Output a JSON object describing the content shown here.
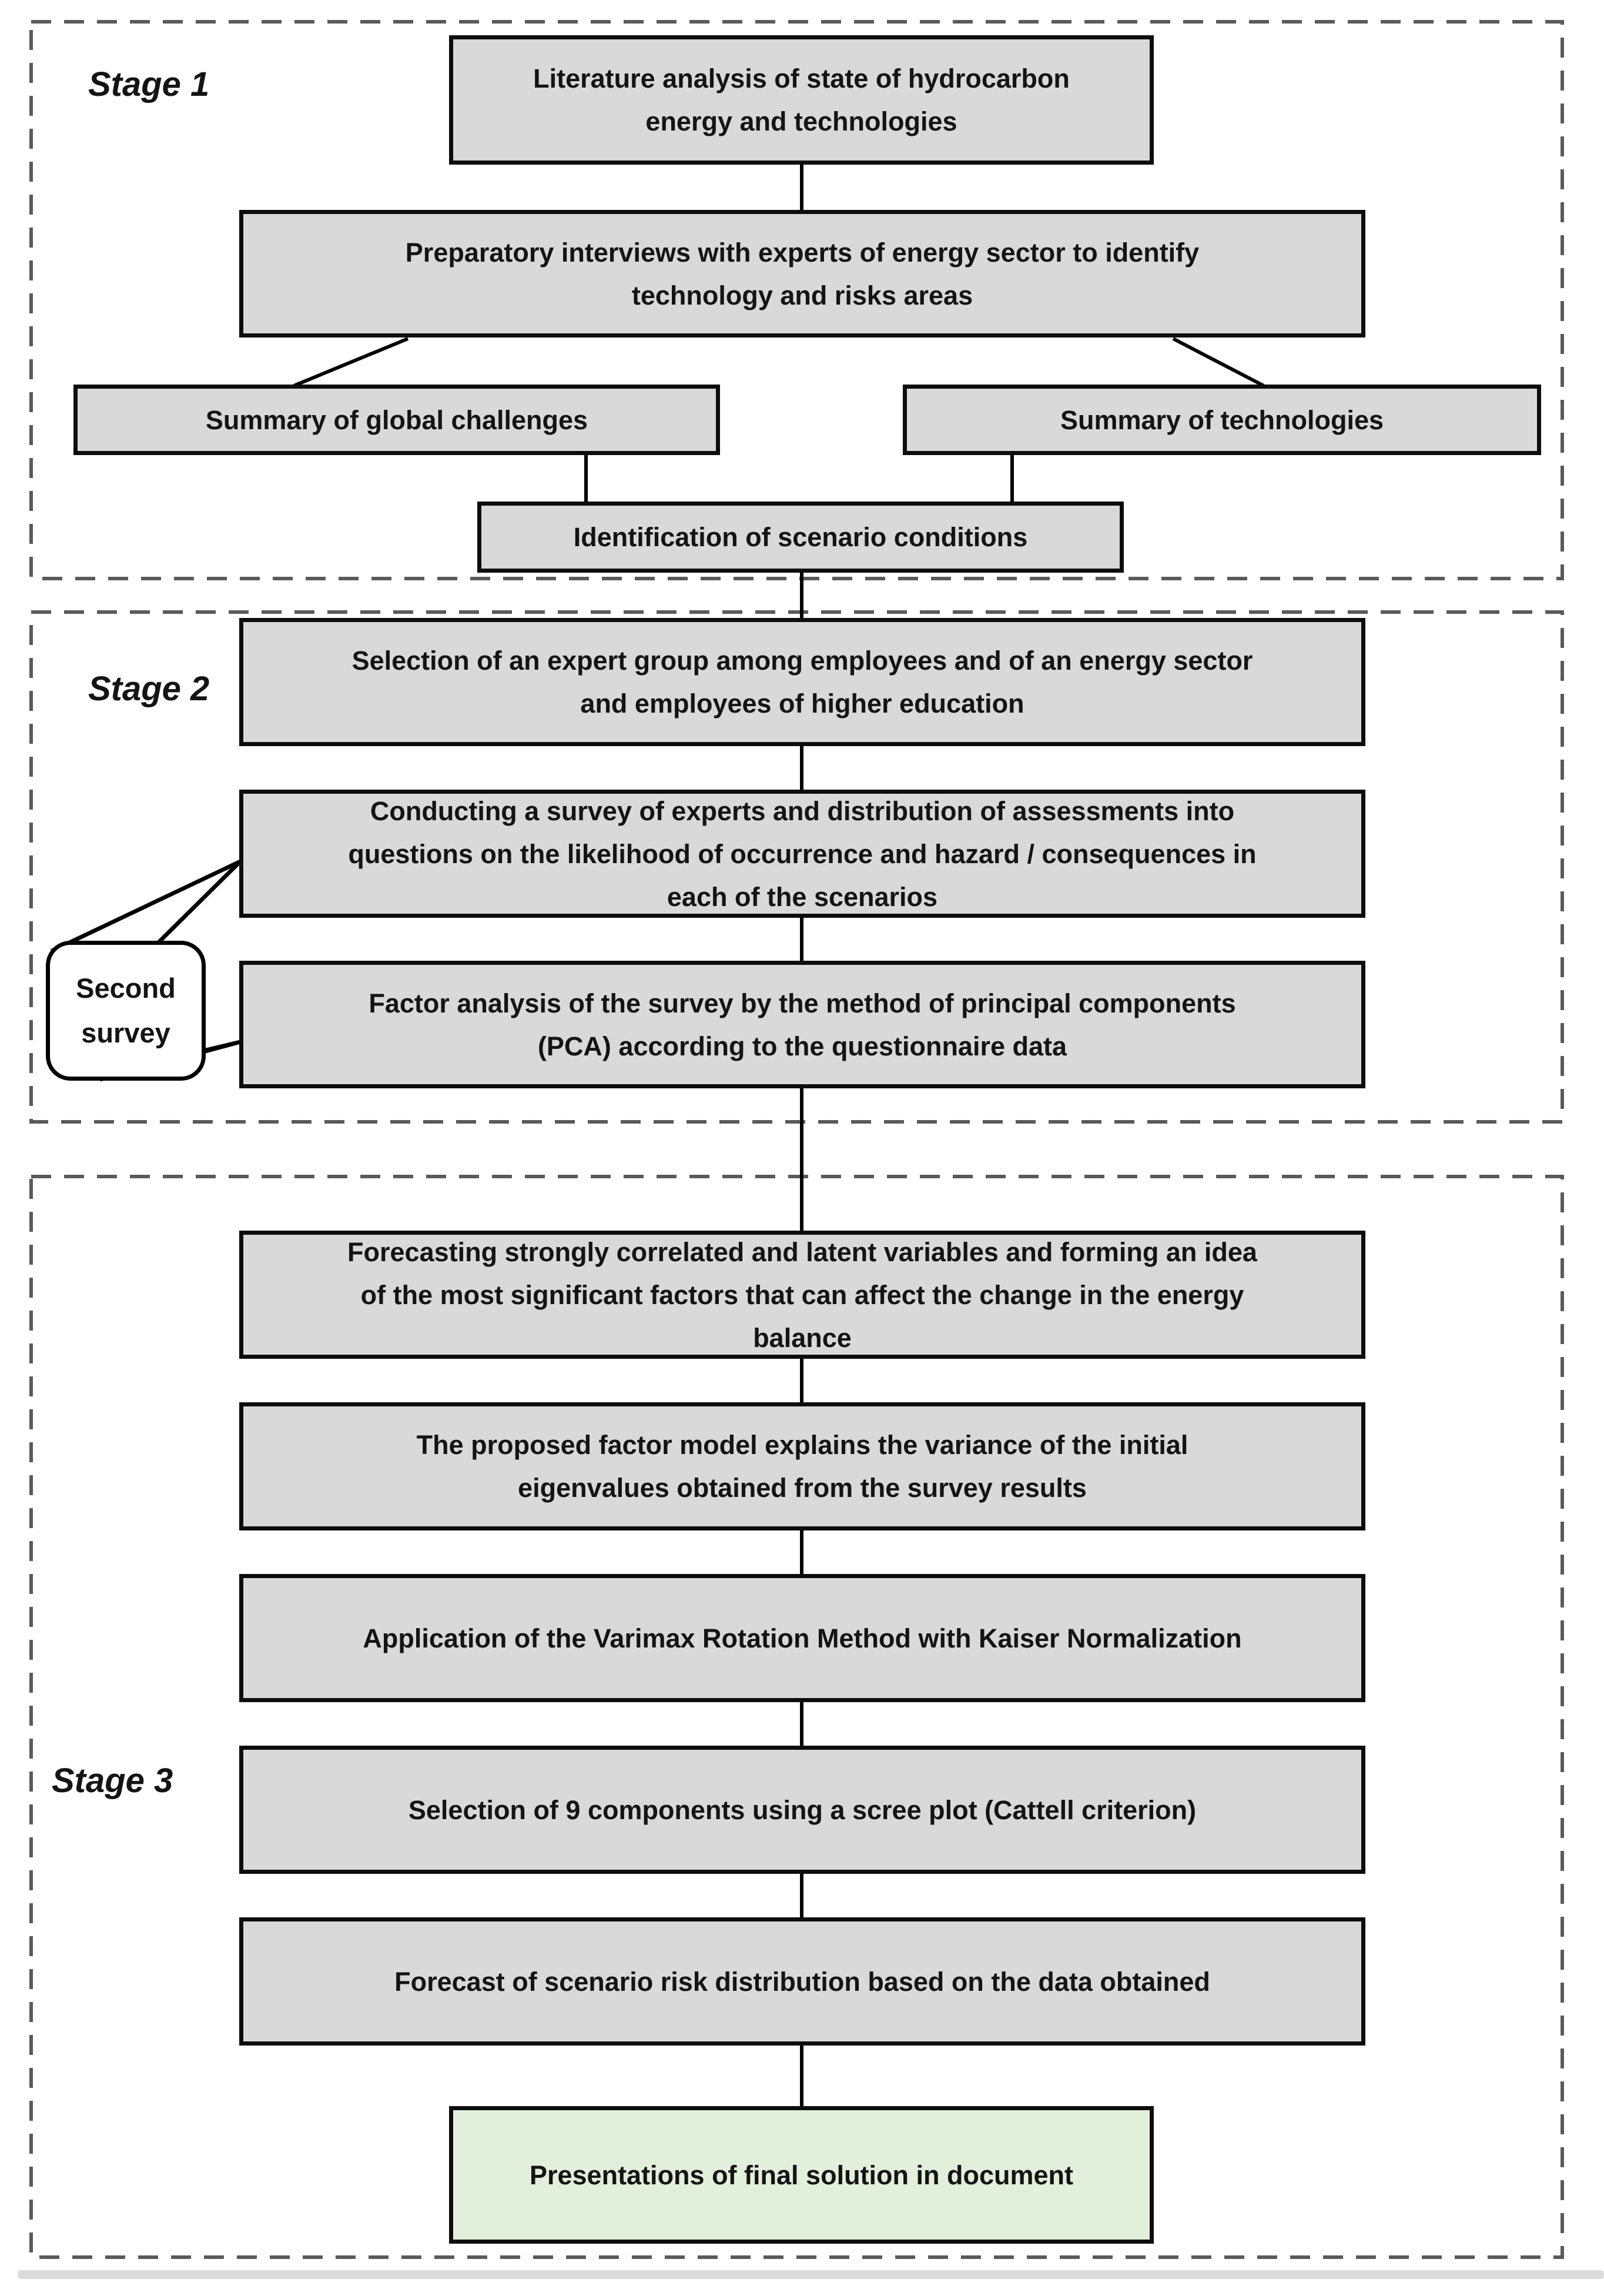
{
  "figure": {
    "stages": [
      {
        "label": "Stage 1"
      },
      {
        "label": "Stage 2"
      },
      {
        "label": "Stage 3"
      }
    ],
    "callout": {
      "lines": [
        "Second",
        "survey"
      ]
    },
    "boxes": {
      "literature": {
        "lines": [
          "Literature analysis of state of hydrocarbon",
          "energy and technologies"
        ]
      },
      "interviews": {
        "lines": [
          "Preparatory interviews  with experts of energy sector to identify",
          "technology and risks areas"
        ]
      },
      "global_challenges": {
        "lines": [
          "Summary of global challenges"
        ]
      },
      "technologies": {
        "lines": [
          "Summary of technologies"
        ]
      },
      "scenario_conditions": {
        "lines": [
          "Identification of scenario conditions"
        ]
      },
      "expert_group": {
        "lines": [
          "Selection of an expert group among employees and of an energy sector",
          "and employees of higher education"
        ]
      },
      "survey": {
        "lines": [
          "Conducting a survey of experts and distribution of assessments into",
          "questions on the likelihood of occurrence and hazard / consequences in",
          "each of the scenarios"
        ]
      },
      "factor_analysis": {
        "lines": [
          "Factor analysis of the survey by the method of principal components",
          "(PCA) according to the questionnaire data"
        ]
      },
      "forecasting": {
        "lines": [
          "Forecasting strongly correlated and latent variables and forming an idea",
          "of the most significant factors that can affect the change in the energy",
          "balance"
        ]
      },
      "factor_model": {
        "lines": [
          "The proposed factor model explains the variance of the initial",
          "eigenvalues obtained from the survey results"
        ]
      },
      "varimax": {
        "lines": [
          "Application of the Varimax Rotation Method with Kaiser Normalization"
        ]
      },
      "scree": {
        "lines": [
          "Selection of 9 components using a scree plot (Cattell criterion)"
        ]
      },
      "risk_forecast": {
        "lines": [
          "Forecast of scenario risk distribution based on the data obtained"
        ]
      },
      "final_solution": {
        "lines": [
          "Presentations of final solution in document"
        ]
      }
    },
    "colors": {
      "box_fill": "#d9d9d9",
      "final_box_fill": "#e2efda",
      "box_border": "#0d0d0d",
      "dashed_border": "#5a5a5a",
      "connector": "#000000",
      "page_edge_strip": "#dcdcdc"
    }
  }
}
